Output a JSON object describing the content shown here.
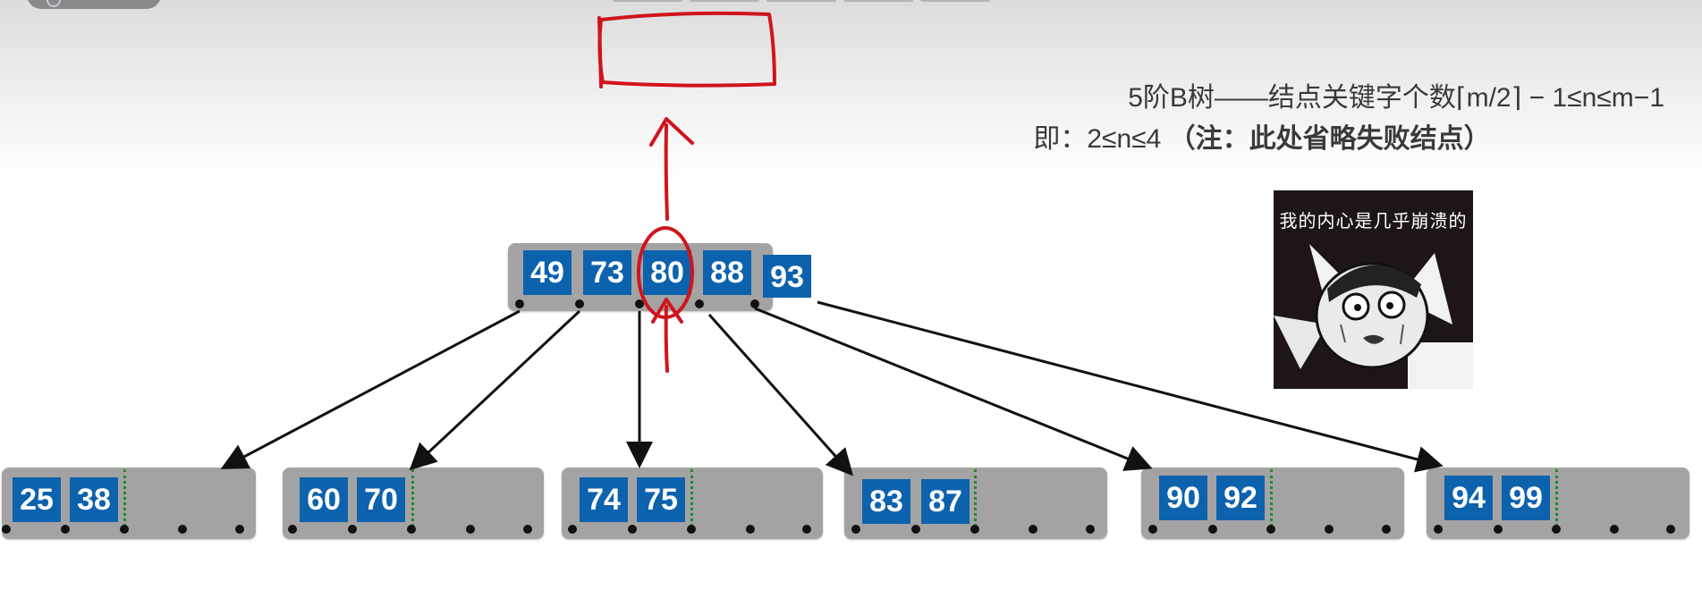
{
  "caption": {
    "line1": "5阶B树——结点关键字个数⌈m/2⌉ − 1≤n≤m−1",
    "line2_prefix": "即：2≤n≤4",
    "line2_note": "（注：此处省略失败结点）"
  },
  "meme": {
    "text": "我的内心是几乎崩溃的"
  },
  "root": {
    "keys": [
      "49",
      "73",
      "80",
      "88",
      "93"
    ]
  },
  "leaves": [
    {
      "keys": [
        "25",
        "38"
      ]
    },
    {
      "keys": [
        "60",
        "70"
      ]
    },
    {
      "keys": [
        "74",
        "75"
      ]
    },
    {
      "keys": [
        "83",
        "87"
      ]
    },
    {
      "keys": [
        "90",
        "92"
      ]
    },
    {
      "keys": [
        "94",
        "99"
      ]
    }
  ],
  "colors": {
    "key_fill": "#0d62ad",
    "node_fill": "#a3a3a3",
    "annotation": "#d0141c",
    "arrow": "#111111"
  }
}
